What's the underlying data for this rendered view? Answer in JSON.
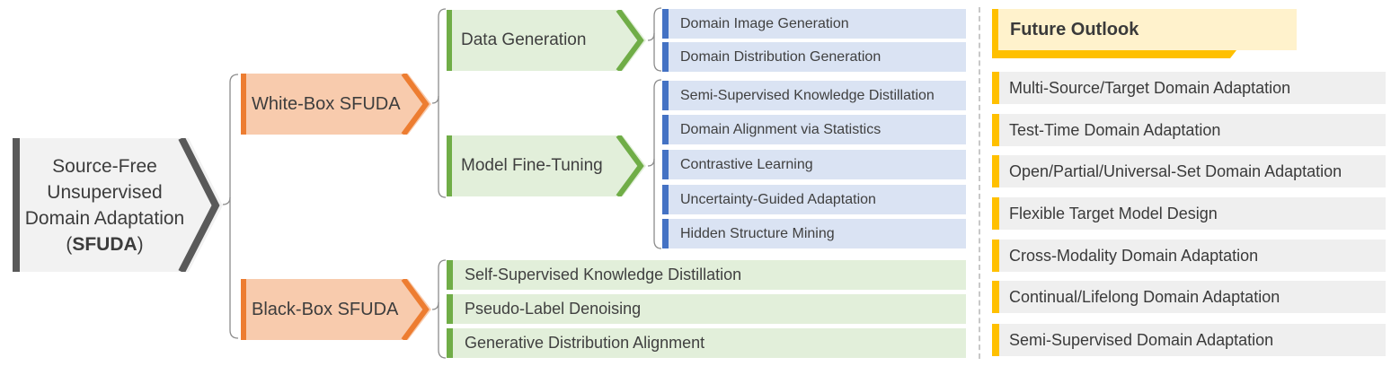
{
  "root": {
    "line1": "Source-Free",
    "line2": "Unsupervised",
    "line3": "Domain Adaptation",
    "paren_open": "(",
    "acronym": "SFUDA",
    "paren_close": ")"
  },
  "white_box": {
    "label": "White-Box SFUDA",
    "data_generation": {
      "label": "Data Generation",
      "items": [
        "Domain Image Generation",
        "Domain Distribution Generation"
      ]
    },
    "model_fine_tuning": {
      "label": "Model Fine-Tuning",
      "items": [
        "Semi-Supervised Knowledge Distillation",
        "Domain Alignment via Statistics",
        "Contrastive Learning",
        "Uncertainty-Guided Adaptation",
        "Hidden Structure Mining"
      ]
    }
  },
  "black_box": {
    "label": "Black-Box SFUDA",
    "items": [
      "Self-Supervised Knowledge Distillation",
      "Pseudo-Label Denoising",
      "Generative Distribution Alignment"
    ]
  },
  "future_outlook": {
    "title": "Future Outlook",
    "items": [
      "Multi-Source/Target Domain Adaptation",
      "Test-Time Domain Adaptation",
      "Open/Partial/Universal-Set Domain Adaptation",
      "Flexible Target Model Design",
      "Cross-Modality Domain Adaptation",
      "Continual/Lifelong Domain Adaptation",
      "Semi-Supervised Domain Adaptation"
    ]
  },
  "colors": {
    "root_fill": "#f2f2f2",
    "root_edge": "#595959",
    "orange_fill": "#f8cbad",
    "orange_edge": "#ed7d31",
    "green_fill": "#e2efda",
    "green_edge": "#70ad47",
    "blue_fill": "#dae3f3",
    "blue_edge": "#4472c4",
    "yellow_fill": "#fff2cc",
    "yellow_edge": "#ffc000",
    "gray_fill": "#efefef",
    "bracket": "#7f7f7f"
  }
}
